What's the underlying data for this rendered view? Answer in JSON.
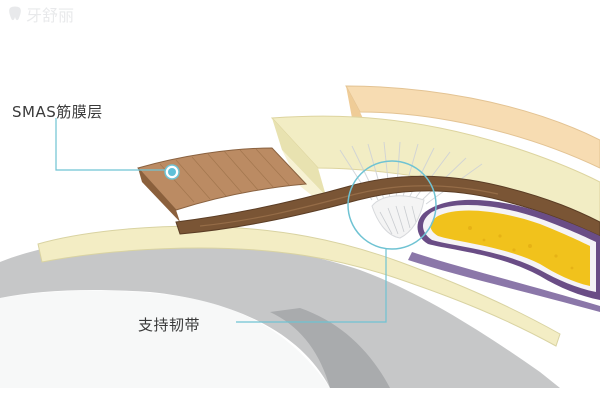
{
  "watermark": {
    "text": "牙舒丽",
    "icon": "tooth-logo-icon"
  },
  "labels": {
    "smas": "SMAS筋膜层",
    "ligament": "支持韧带"
  },
  "colors": {
    "background": "#ffffff",
    "callout_line": "#6fc3d3",
    "callout_dot": "#5fc0d8",
    "smas_brown": "#b98a63",
    "smas_dark": "#6e4b2f",
    "fat_cream": "#f3edbe",
    "skin_peach": "#f6d9ad",
    "bone_gray": "#c8c9ca",
    "fat_pad_yellow": "#f0c21a",
    "fat_pad_purple": "#6a4d86"
  }
}
